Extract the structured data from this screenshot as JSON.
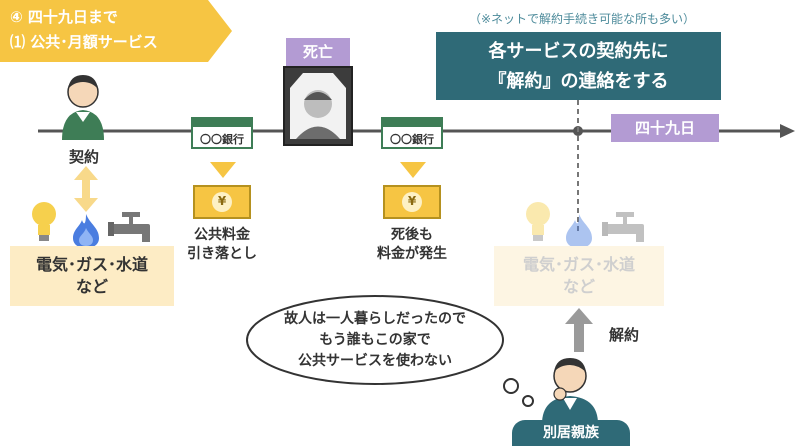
{
  "banner": {
    "line1": "④ 四十九日まで",
    "line2": "⑴ 公共･月額サービス",
    "color": "#f6c543"
  },
  "note": "（※ネットで解約手続き可能な所も多い）",
  "callout": {
    "line1": "各サービスの契約先に",
    "line2": "『解約』の連絡をする",
    "color": "#2f6a77"
  },
  "timeline": {
    "death_label": "死亡",
    "day49_label": "四十九日",
    "label_color": "#b39bd3"
  },
  "contract": {
    "label": "契約",
    "utilities_line1": "電気･ガス･水道",
    "utilities_line2": "など"
  },
  "bank": {
    "left_label": "〇〇銀行",
    "right_label": "〇〇銀行",
    "yen": "¥",
    "left_caption_line1": "公共料金",
    "left_caption_line2": "引き落とし",
    "right_caption_line1": "死後も",
    "right_caption_line2": "料金が発生"
  },
  "after": {
    "utilities_line1": "電気･ガス･水道",
    "utilities_line2": "など",
    "cancel_label": "解約"
  },
  "bubble": {
    "line1": "故人は一人暮らしだったので",
    "line2": "もう誰もこの家で",
    "line3": "公共サービスを使わない"
  },
  "relatives_label": "別居親族"
}
